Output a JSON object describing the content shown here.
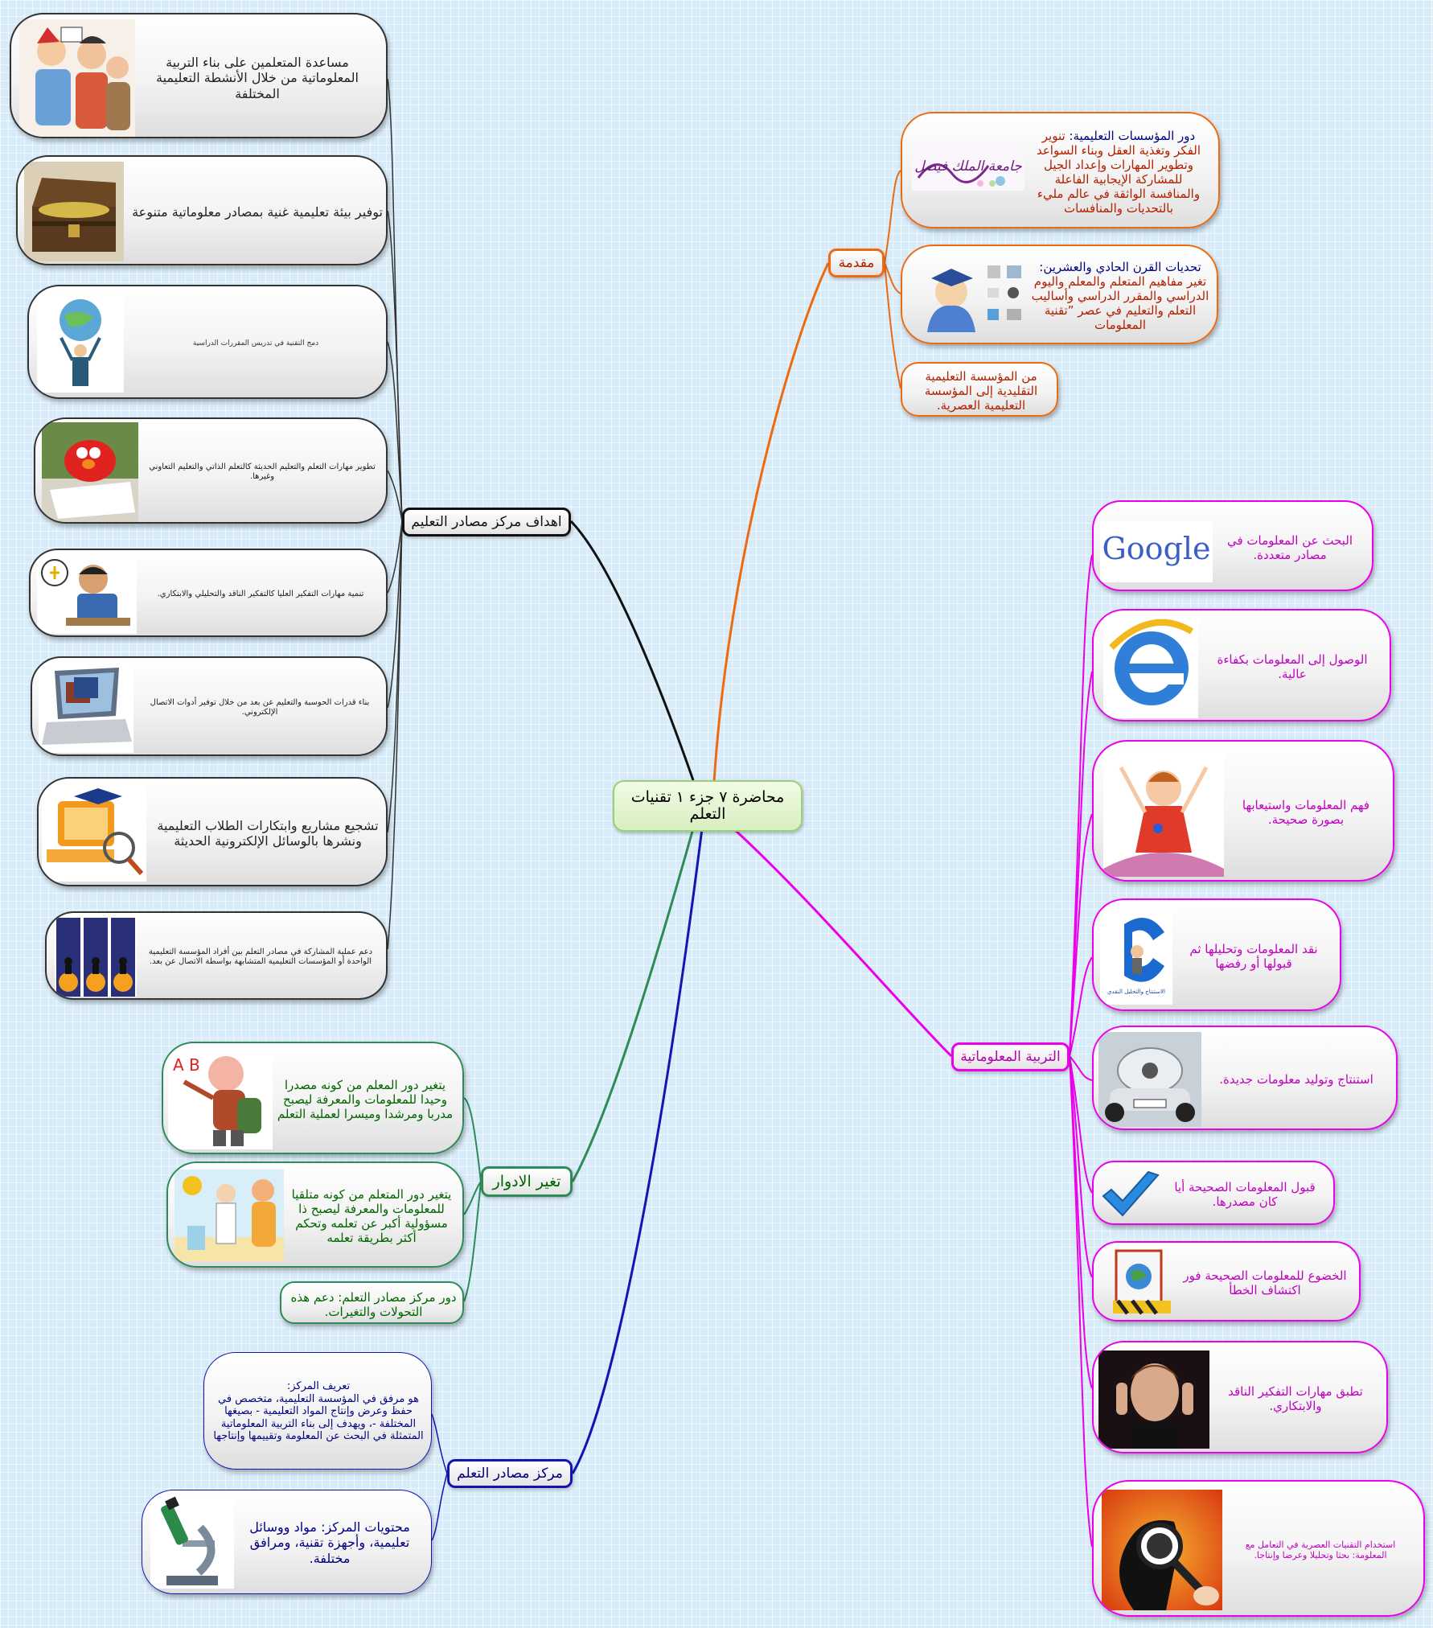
{
  "center": "محاضرة ٧ جزء ١ تقنيات التعلم",
  "colors": {
    "intro": "#ee6a10",
    "goals": "#111111",
    "literacy": "#ea00ea",
    "roles": "#2e8b57",
    "center_branch": "#1414b4"
  },
  "branches": {
    "intro": "مقدمة",
    "goals": "اهداف مركز مصادر التعليم",
    "literacy": "التربية المعلوماتية",
    "roles": "تغير الادوار",
    "center": "مركز مصادر التعلم"
  },
  "intro": {
    "item1_key": "دور المؤسسات التعليمية:",
    "item1_text": " تنوير الفكر وتغذية العقل وبناء السواعد وتطوير المهارات وإعداد الجيل للمشاركة الإيجابية الفاعلة والمنافسة الواثقة في عالم مليء بالتحديات والمنافسات",
    "item1_logo": "جامعة الملك فيصل",
    "item2_key": "تحديات القرن الحادي والعشرين:",
    "item2_text": " تغير مفاهيم المتعلم والمعلم واليوم الدراسي والمقرر الدراسي وأساليب التعلم والتعليم في عصر ”تقنية المعلومات",
    "item3": "من المؤسسة التعليمية التقليدية إلى المؤسسة التعليمية العصرية."
  },
  "goals": [
    "مساعدة المتعلمين على بناء التربية المعلوماتية من خلال الأنشطة التعليمية المختلفة",
    "توفير بيئة تعليمية غنية بمصادر معلوماتية متنوعة",
    "دمج التقنية في تدريس المقررات الدراسية",
    "تطوير مهارات التعلم والتعليم الحديثة كالتعلم الذاتي والتعليم التعاوني وغيرها.",
    "تنمية مهارات التفكير العليا كالتفكير الناقد والتحليلي والابتكاري.",
    "بناء قدرات الحوسبة والتعليم عن بعد من خلال توفير أدوات الاتصال الإلكتروني.",
    "تشجيع مشاريع وابتكارات الطلاب التعليمية ونشرها بالوسائل الإلكترونية الحديثة",
    "دعم عملية المشاركة في مصادر التعلم بين أفراد المؤسسة التعليمية الواحدة أو المؤسسات التعليمية المتشابهة بواسطة الاتصال عن بعد."
  ],
  "literacy": [
    "البحث عن المعلومات في مصادر متعددة.",
    "الوصول إلى المعلومات بكفاءة عالية.",
    "فهم المعلومات واستيعابها بصورة صحيحة.",
    "نقد المعلومات وتحليلها ثم قبولها أو رفضها",
    "استنتاج وتوليد معلومات جديدة.",
    "قبول المعلومات الصحيحة أيا كان مصدرها.",
    "الخضوع للمعلومات الصحيحة فور اكتشاف الخطأ",
    "تطبق مهارات التفكير الناقد والابتكاري.",
    "استخدام التقنيات العصرية في التعامل مع المعلومة: بحثا وتحليلا وعرضا وإنتاجا."
  ],
  "literacy_pics": {
    "google": "Google",
    "cube": "الاستنتاج والتحليل النقدي"
  },
  "roles": [
    "يتغير دور المعلم من كونه مصدرا وحيدا للمعلومات والمعرفة ليصبح مدربا ومرشدا وميسرا لعملية التعلم",
    "يتغير دور المتعلم من كونه متلقيا للمعلومات والمعرفة ليصبح ذا مسؤولية أكبر عن تعلمه وتحكم أكثر بطريقة تعلمه",
    "دور مركز مصادر التعلم: دعم هذه التحولات والتغيرات."
  ],
  "roles_pic": "A B",
  "center_branch": {
    "def_key": "تعريف المركز:",
    "def_text": "هو مرفق في المؤسسة التعليمية، متخصص في حفظ وعرض وإنتاج المواد التعليمية - بصيغها المختلفة -، ويهدف إلى بناء التربية المعلوماتية المتمثلة في البحث عن المعلومة وتقييمها وإنتاجها",
    "contents": "محتويات المركز: مواد ووسائل تعليمية، وأجهزة تقنية، ومرافق مختلفة."
  }
}
